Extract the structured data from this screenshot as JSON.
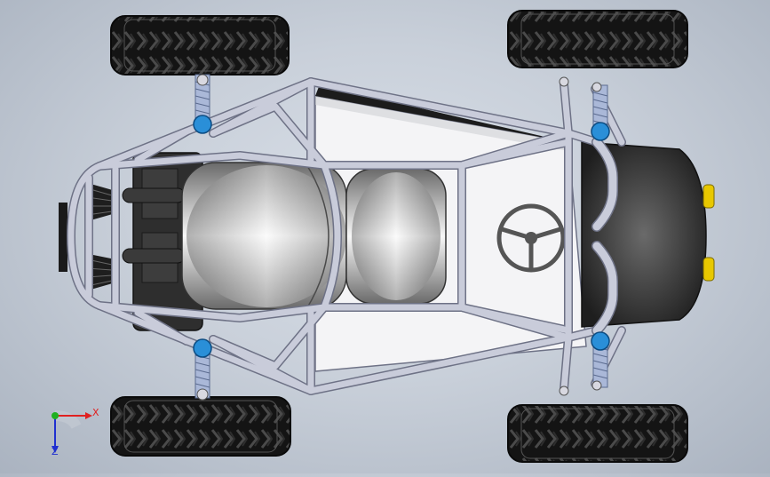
{
  "viewport": {
    "model": "buggy-assembly",
    "background_top": "#d9dfe8",
    "background_bottom": "#aab3c0"
  },
  "triad": {
    "x_label": "X",
    "z_label": "Z",
    "x_color": "#e02020",
    "y_color": "#20b020",
    "z_color": "#2030d0"
  },
  "colors": {
    "tube": "#c9ccda",
    "tube_edge": "#6e7286",
    "tire": "#1a1a1a",
    "tread": "#3a3a3a",
    "shock_blue": "#2a8fd8",
    "spring": "#aab8d8",
    "seat": "#9a9a9a",
    "floor": "#f4f4f6",
    "lamp": "#e8c800"
  }
}
